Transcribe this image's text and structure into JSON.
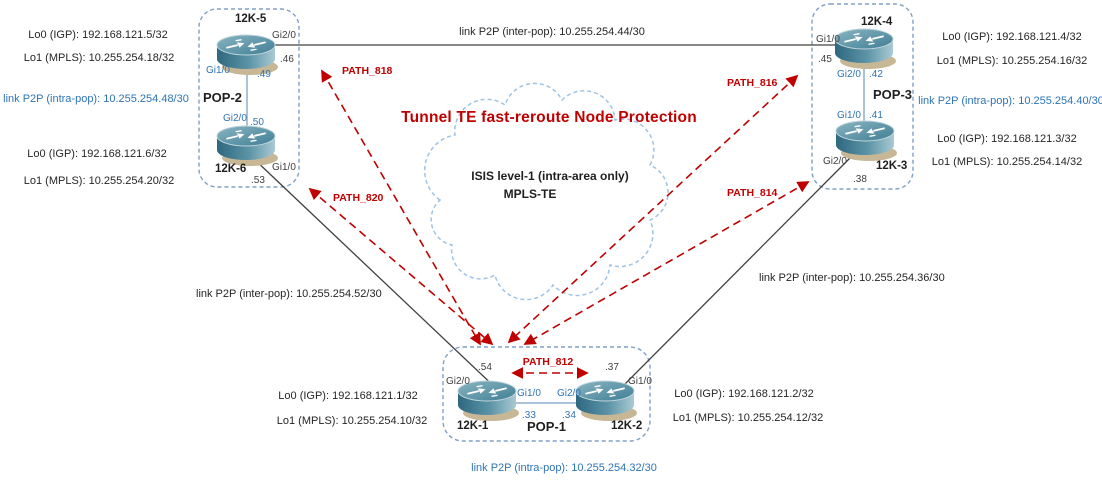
{
  "title": "Tunnel TE fast-reroute Node Protection",
  "cloud": {
    "line1": "ISIS level-1 (intra-area only)",
    "line2": "MPLS-TE"
  },
  "icons": {
    "router": "cisco-router-icon",
    "cloud": "network-cloud-icon"
  },
  "link_labels": {
    "top_inter": "link P2P (inter-pop): 10.255.254.44/30",
    "left_inter": "link P2P (inter-pop): 10.255.254.52/30",
    "right_inter": "link P2P (inter-pop): 10.255.254.36/30",
    "pop1_intra": "link P2P (intra-pop): 10.255.254.32/30",
    "pop2_intra": "link P2P (intra-pop): 10.255.254.48/30",
    "pop3_intra": "link P2P (intra-pop): 10.255.254.40/30"
  },
  "te_paths": {
    "p812": "PATH_812",
    "p814": "PATH_814",
    "p816": "PATH_816",
    "p818": "PATH_818",
    "p820": "PATH_820"
  },
  "pop1": {
    "name": "POP-1",
    "r12k1": {
      "name": "12K-1",
      "lo0": "Lo0 (IGP): 192.168.121.1/32",
      "lo1": "Lo1 (MPLS): 10.255.254.10/32",
      "if_outer": "Gi2/0",
      "ip_outer": ".54",
      "if_inner": "Gi1/0",
      "ip_inner": ".33"
    },
    "r12k2": {
      "name": "12K-2",
      "lo0": "Lo0 (IGP): 192.168.121.2/32",
      "lo1": "Lo1 (MPLS): 10.255.254.12/32",
      "if_outer": "Gi1/0",
      "ip_outer": ".37",
      "if_inner": "Gi2/0",
      "ip_inner": ".34"
    }
  },
  "pop2": {
    "name": "POP-2",
    "r12k5": {
      "name": "12K-5",
      "lo0": "Lo0 (IGP): 192.168.121.5/32",
      "lo1": "Lo1 (MPLS): 10.255.254.18/32",
      "if_outer": "Gi2/0",
      "ip_outer": ".46",
      "if_inner": "Gi1/0",
      "ip_inner": ".49"
    },
    "r12k6": {
      "name": "12K-6",
      "lo0": "Lo0 (IGP): 192.168.121.6/32",
      "lo1": "Lo1 (MPLS): 10.255.254.20/32",
      "if_outer": "Gi1/0",
      "ip_outer": ".53",
      "if_inner": "Gi2/0",
      "ip_inner": ".50"
    }
  },
  "pop3": {
    "name": "POP-3",
    "r12k4": {
      "name": "12K-4",
      "lo0": "Lo0 (IGP): 192.168.121.4/32",
      "lo1": "Lo1 (MPLS): 10.255.254.16/32",
      "if_outer": "Gi1/0",
      "ip_outer": ".45",
      "if_inner": "Gi2/0",
      "ip_inner": ".42"
    },
    "r12k3": {
      "name": "12K-3",
      "lo0": "Lo0 (IGP): 192.168.121.3/32",
      "lo1": "Lo1 (MPLS): 10.255.254.14/32",
      "if_outer": "Gi2/0",
      "ip_outer": ".38",
      "if_inner": "Gi1/0",
      "ip_inner": ".41"
    }
  },
  "colors": {
    "accent_red": "#C00000",
    "blue_text": "#2E74B5",
    "dark_text": "#1F1F1F",
    "link_blue": "#8FAFCC",
    "link_black": "#404040",
    "pop_border": "#7EA0C8",
    "cloud_border": "#9DC3E6",
    "router_teal_dark": "#2E6880",
    "router_teal_light": "#A9CAD4",
    "router_shadow_tan": "#C8B795"
  }
}
